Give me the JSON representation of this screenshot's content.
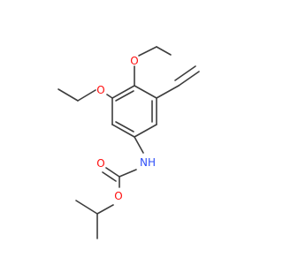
{
  "molecule": {
    "atoms": {
      "o_ethoxy_top": {
        "symbol": "O",
        "color": "#ff0d0d"
      },
      "o_ethoxy_left": {
        "symbol": "O",
        "color": "#ff0d0d"
      },
      "nh": {
        "symbol": "NH",
        "color": "#3050f8"
      },
      "o_carbonyl": {
        "symbol": "O",
        "color": "#ff0d0d"
      },
      "o_ester": {
        "symbol": "O",
        "color": "#ff0d0d"
      }
    },
    "bond_color": "#3d3d3d",
    "background": "#ffffff"
  }
}
